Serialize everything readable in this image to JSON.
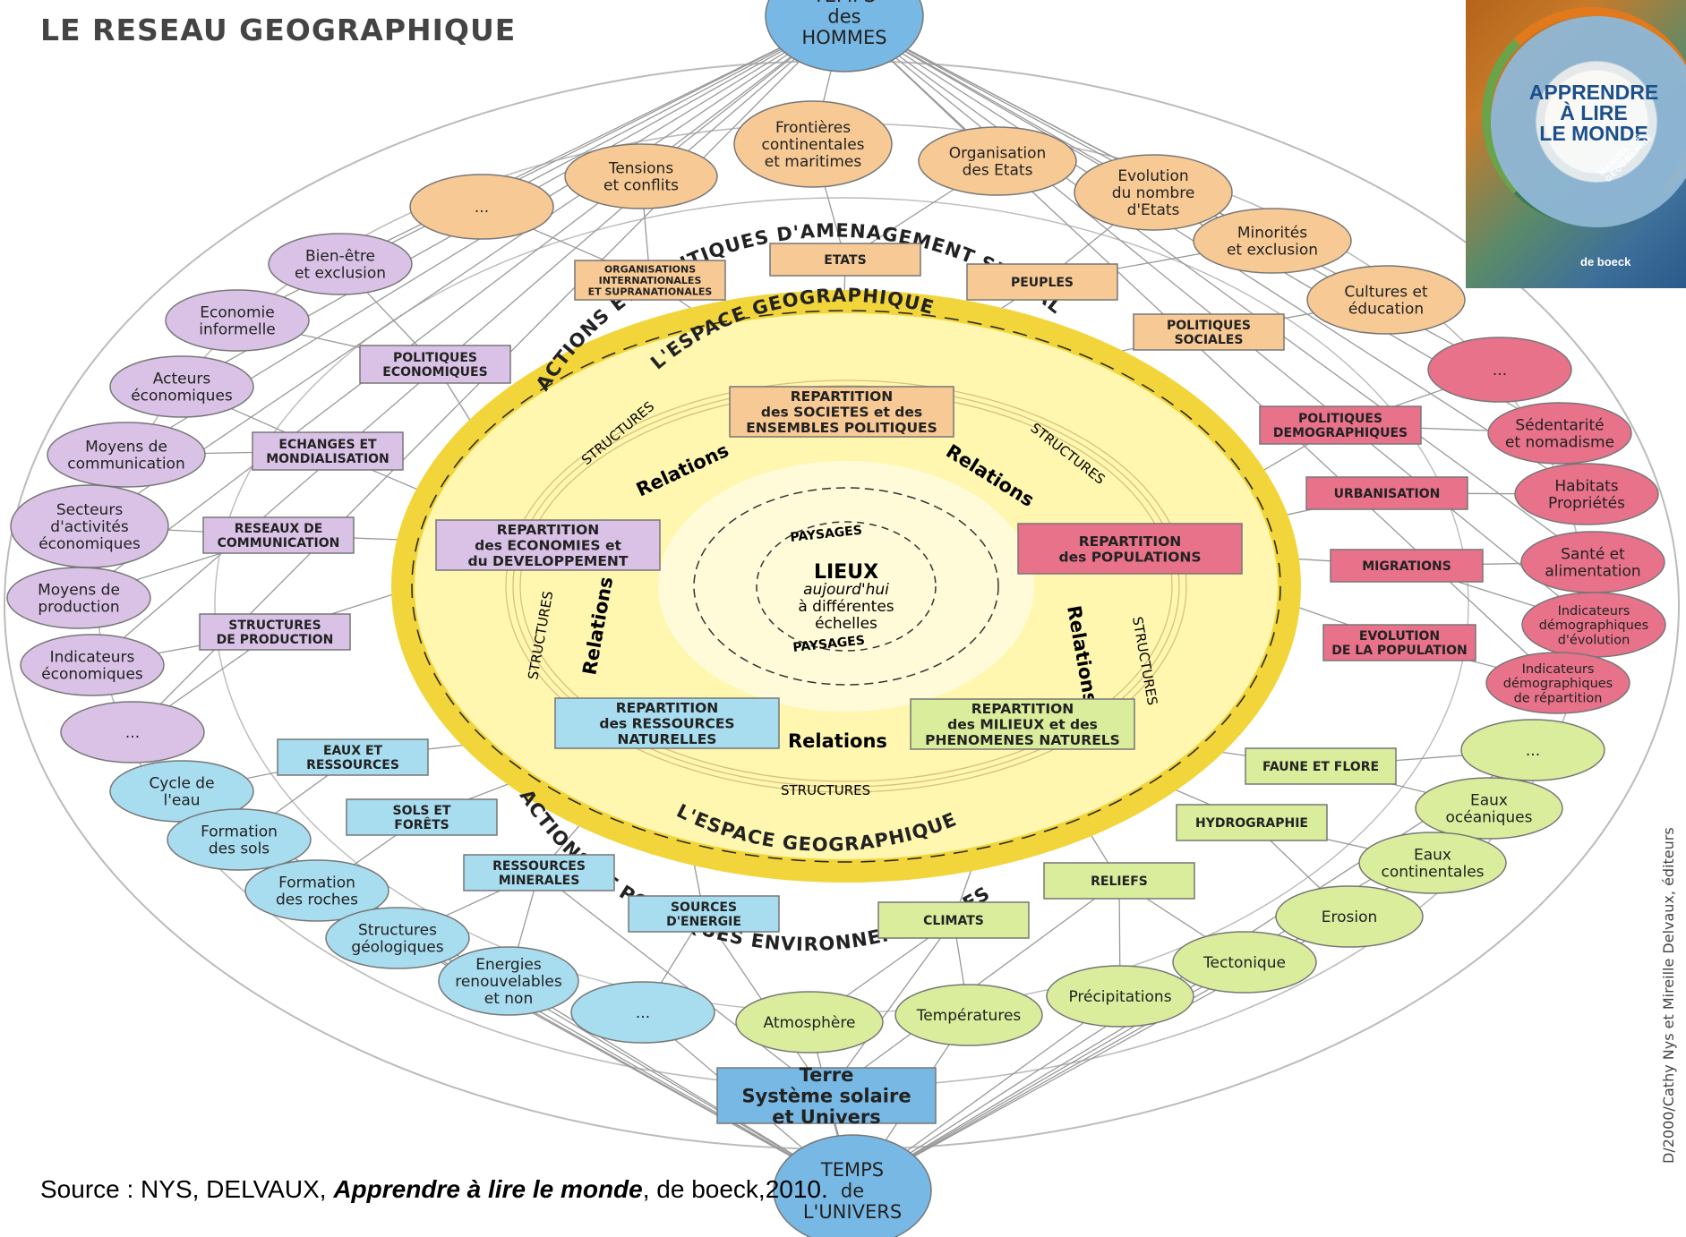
{
  "title": "LE RESEAU GEOGRAPHIQUE",
  "source": {
    "prefix": "Source : NYS, DELVAUX, ",
    "book": "Apprendre à lire le monde",
    "suffix": ", de boeck,2010."
  },
  "cover": {
    "title": "APPRENDRE\nÀ LIRE\nLE MONDE",
    "subtitle": "MANUEL DE GÉOGRAPHIE",
    "publisher": "de boeck"
  },
  "credit": "D/2000/Cathy Nys et Mireille Delvaux, éditeurs",
  "colors": {
    "orange": "#f7c994",
    "purple": "#d9c2e6",
    "red": "#e8728a",
    "blue": "#a8dcef",
    "green": "#d9ed9c",
    "yellow": "#fff59b",
    "ring": "#f2d53a",
    "hub_blue": "#78b8e4"
  },
  "hubs": {
    "top": "TEMPS\ndes\nHOMMES",
    "bottom": "TEMPS\nde\nL'UNIVERS",
    "terre": "Terre\nSystème solaire\net Univers"
  },
  "ring_text": {
    "top_outer": "ACTIONS ET POLITIQUES D'AMENAGEMENT SPATIAL",
    "top_inner": "L'ESPACE GEOGRAPHIQUE",
    "bottom_outer": "ACTIONS ET POLITIQUES ENVIRONNEMENTALES",
    "bottom_inner": "L'ESPACE GEOGRAPHIQUE",
    "structures": "STRUCTURES",
    "relations": "Relations",
    "paysages": "PAYSAGES"
  },
  "center": {
    "lieux": "LIEUX",
    "line1": "aujourd'hui",
    "line2": "à différentes",
    "line3": "échelles"
  },
  "repartitions": [
    "REPARTITION\ndes SOCIETES et des\nENSEMBLES POLITIQUES",
    "REPARTITION\ndes ECONOMIES et\ndu DEVELOPPEMENT",
    "REPARTITION\ndes POPULATIONS",
    "REPARTITION\ndes RESSOURCES\nNATURELLES",
    "REPARTITION\ndes MILIEUX et des\nPHENOMENES NATURELS"
  ],
  "mid_boxes": {
    "orange": [
      "ORGANISATIONS\nINTERNATIONALES\nET SUPRANATIONALES",
      "ETATS",
      "PEUPLES",
      "POLITIQUES\nSOCIALES"
    ],
    "purple": [
      "POLITIQUES\nECONOMIQUES",
      "ECHANGES ET\nMONDIALISATION",
      "RESEAUX DE\nCOMMUNICATION",
      "STRUCTURES\nDE PRODUCTION"
    ],
    "red": [
      "POLITIQUES\nDEMOGRAPHIQUES",
      "URBANISATION",
      "MIGRATIONS",
      "EVOLUTION\nDE LA POPULATION"
    ],
    "blue": [
      "EAUX ET\nRESSOURCES",
      "SOLS ET\nFORÊTS",
      "RESSOURCES\nMINERALES",
      "SOURCES\nD'ENERGIE"
    ],
    "green": [
      "FAUNE ET FLORE",
      "HYDROGRAPHIE",
      "RELIEFS",
      "CLIMATS"
    ]
  },
  "outer_ovals": {
    "orange": [
      "...",
      "Tensions\net conflits",
      "Frontières\ncontinentales\net maritimes",
      "Organisation\ndes Etats",
      "Evolution\ndu nombre\nd'Etats",
      "Minorités\net exclusion",
      "Cultures et\néducation"
    ],
    "purple": [
      "Bien-être\net exclusion",
      "Economie\ninformelle",
      "Acteurs\néconomiques",
      "Moyens de\ncommunication",
      "Secteurs\nd'activités\néconomiques",
      "Moyens de\nproduction",
      "Indicateurs\néconomiques",
      "..."
    ],
    "red": [
      "...",
      "Sédentarité\net nomadisme",
      "Habitats\nPropriétés",
      "Santé et\nalimentation",
      "Indicateurs\ndémographiques\nd'évolution",
      "Indicateurs\ndémographiques\nde répartition"
    ],
    "blue": [
      "Cycle de\nl'eau",
      "Formation\ndes sols",
      "Formation\ndes roches",
      "Structures\ngéologiques",
      "Energies\nrenouvelables\net non",
      "..."
    ],
    "green": [
      "...",
      "Eaux\nocéaniques",
      "Eaux\ncontinentales",
      "Erosion",
      "Tectonique",
      "Précipitations",
      "Températures",
      "Atmosphère"
    ]
  }
}
